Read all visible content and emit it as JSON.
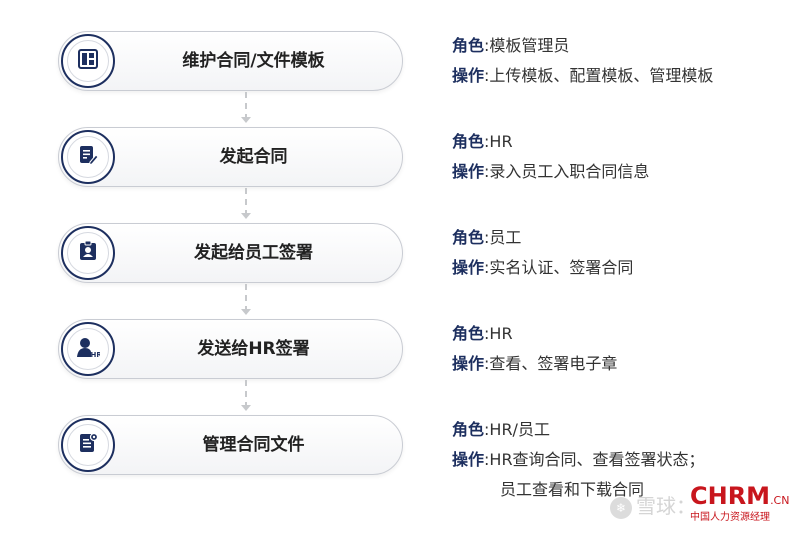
{
  "steps": [
    {
      "label": "维护合同/文件模板",
      "icon": "template-grid-icon",
      "role_key": "角色",
      "role_value": "模板管理员",
      "action_key": "操作",
      "action_value": "上传模板、配置模板、管理模板",
      "action_cont": ""
    },
    {
      "label": "发起合同",
      "icon": "edit-document-icon",
      "role_key": "角色",
      "role_value": "HR",
      "action_key": "操作",
      "action_value": "录入员工入职合同信息",
      "action_cont": ""
    },
    {
      "label": "发起给员工签署",
      "icon": "id-badge-icon",
      "role_key": "角色",
      "role_value": "员工",
      "action_key": "操作",
      "action_value": "实名认证、签署合同",
      "action_cont": ""
    },
    {
      "label": "发送给HR签署",
      "icon": "hr-person-icon",
      "role_key": "角色",
      "role_value": "HR",
      "action_key": "操作",
      "action_value": "查看、签署电子章",
      "action_cont": ""
    },
    {
      "label": "管理合同文件",
      "icon": "document-settings-icon",
      "role_key": "角色",
      "role_value": "HR/员工",
      "action_key": "操作",
      "action_value": "HR查询合同、查看签署状态；",
      "action_cont": "员工查看和下载合同"
    }
  ],
  "separator": ":",
  "watermark": {
    "text": "雪球：",
    "logo_main": "CHRM",
    "logo_suffix": ".CN",
    "logo_sub": "中国人力资源经理"
  },
  "colors": {
    "navy": "#1d2f5f",
    "text": "#333333",
    "brand_red": "#c8161d"
  }
}
